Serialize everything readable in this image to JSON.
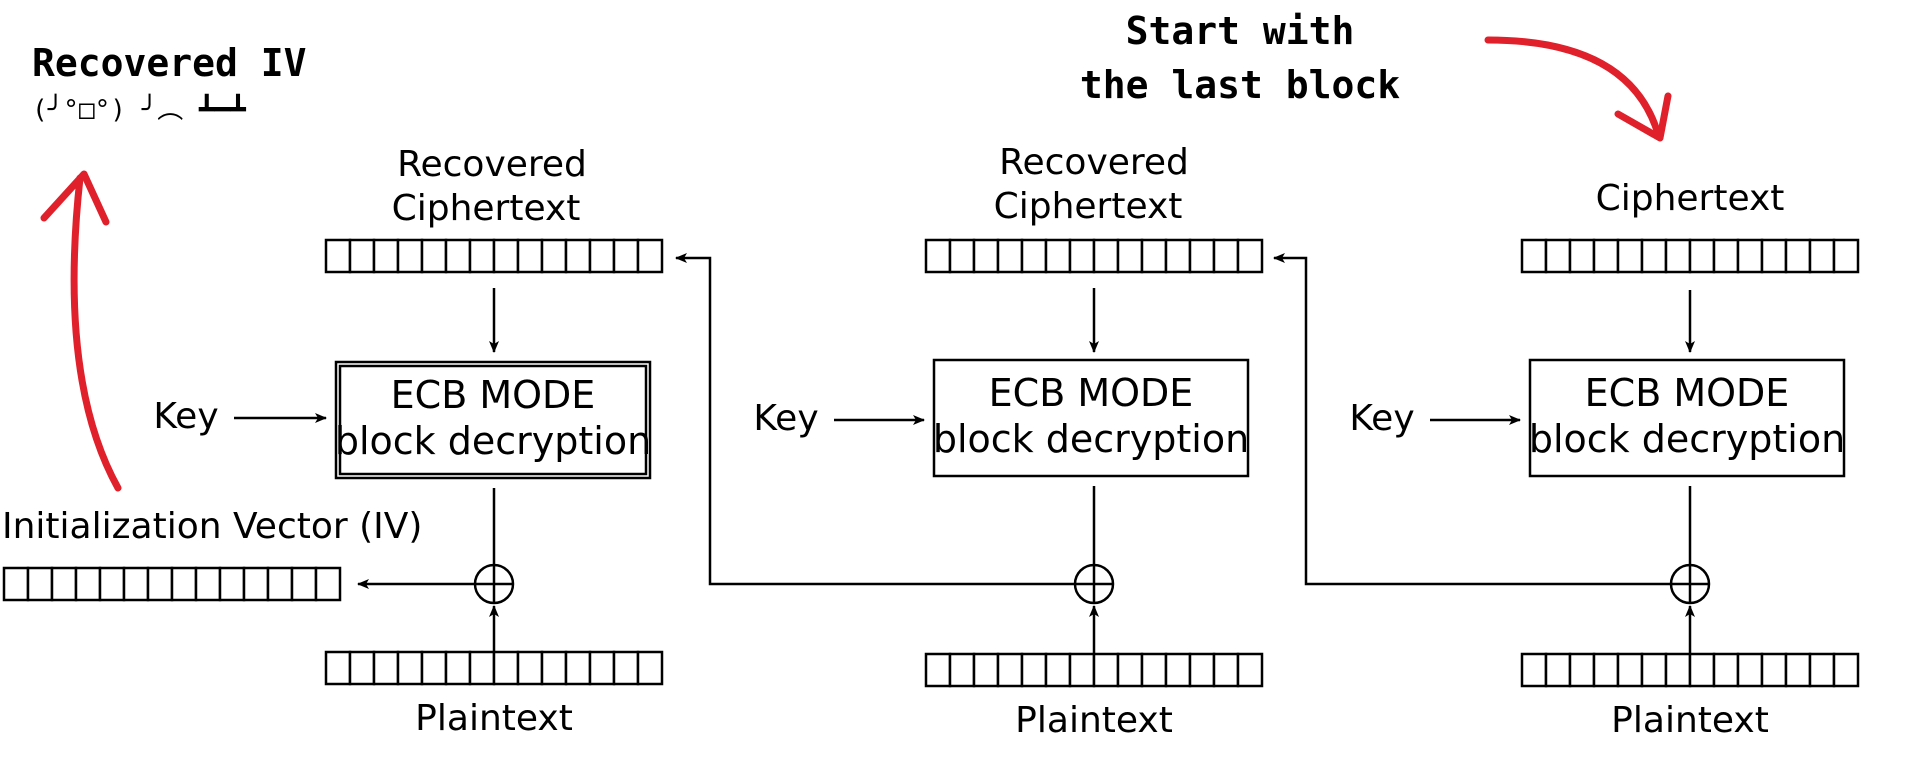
{
  "annotations": {
    "recovered_iv_title": "Recovered IV",
    "recovered_iv_emoticon": "(╯°□°) ╯︵ ┻━┻",
    "start_line1": "Start  with",
    "start_line2": "the last block"
  },
  "labels": {
    "iv": "Initialization Vector (IV)"
  },
  "stages": [
    {
      "cipher_lines": [
        "Recovered",
        "Ciphertext"
      ],
      "key": "Key",
      "box_line1": "ECB MODE",
      "box_line2": "block decryption",
      "plaintext": "Plaintext"
    },
    {
      "cipher_lines": [
        "Recovered",
        "Ciphertext"
      ],
      "key": "Key",
      "box_line1": "ECB MODE",
      "box_line2": "block decryption",
      "plaintext": "Plaintext"
    },
    {
      "cipher_lines": [
        "Ciphertext"
      ],
      "key": "Key",
      "box_line1": "ECB MODE",
      "box_line2": "block decryption",
      "plaintext": "Plaintext"
    }
  ],
  "colors": {
    "annotation_arrow": "#e0202a",
    "ink": "#000000"
  }
}
